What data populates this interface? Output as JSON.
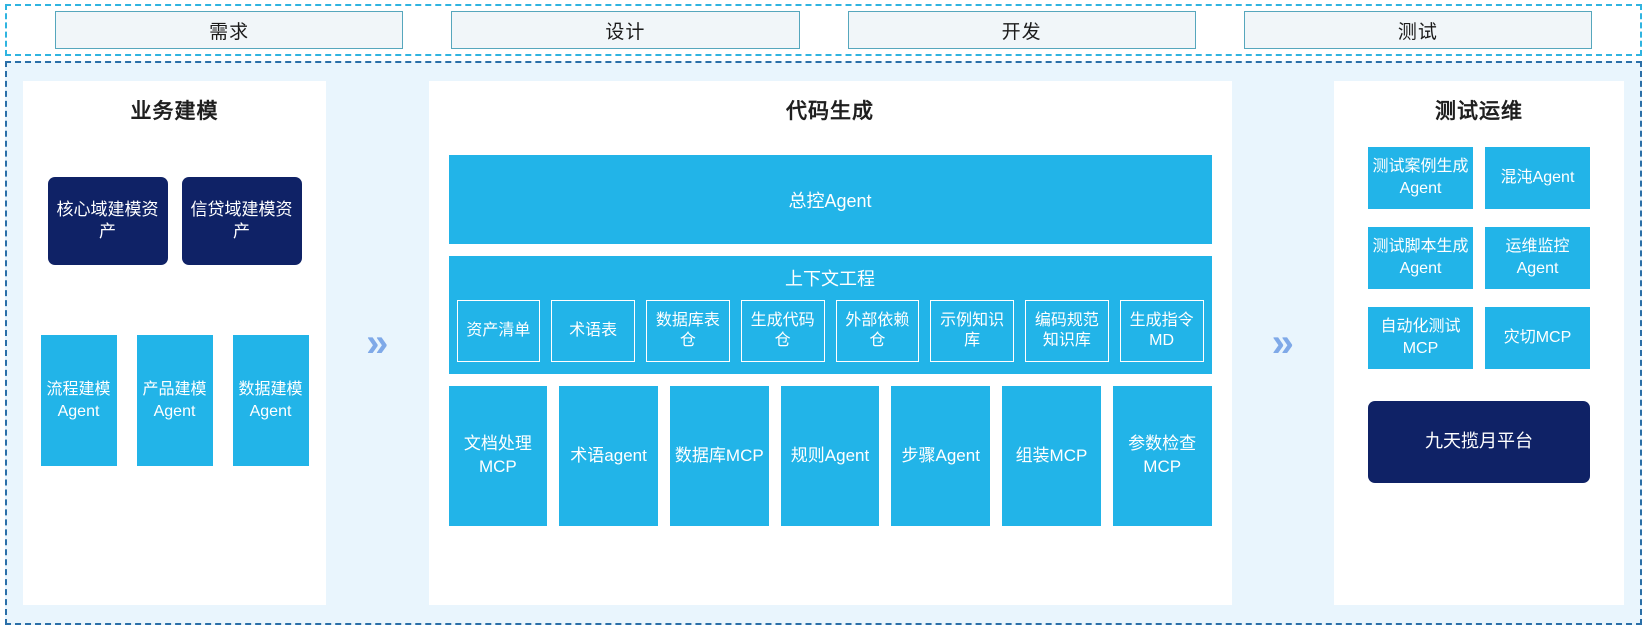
{
  "phase_bar": {
    "phases": [
      {
        "label": "需求"
      },
      {
        "label": "设计"
      },
      {
        "label": "开发"
      },
      {
        "label": "测试"
      }
    ]
  },
  "separators": {
    "chevron": "»"
  },
  "panels": {
    "left": {
      "title": "业务建模",
      "assets": [
        {
          "label": "核心域建模资产"
        },
        {
          "label": "信贷域建模资产"
        }
      ],
      "agents": [
        {
          "label": "流程建模Agent"
        },
        {
          "label": "产品建模Agent"
        },
        {
          "label": "数据建模Agent"
        }
      ]
    },
    "center": {
      "title": "代码生成",
      "master_agent": "总控Agent",
      "context": {
        "title": "上下文工程",
        "items": [
          {
            "label": "资产清单"
          },
          {
            "label": "术语表"
          },
          {
            "label": "数据库表仓"
          },
          {
            "label": "生成代码仓"
          },
          {
            "label": "外部依赖仓"
          },
          {
            "label": "示例知识库"
          },
          {
            "label": "编码规范知识库"
          },
          {
            "label": "生成指令MD"
          }
        ]
      },
      "tools": [
        {
          "label": "文档处理MCP"
        },
        {
          "label": "术语agent"
        },
        {
          "label": "数据库MCP"
        },
        {
          "label": "规则Agent"
        },
        {
          "label": "步骤Agent"
        },
        {
          "label": "组装MCP"
        },
        {
          "label": "参数检查MCP"
        }
      ]
    },
    "right": {
      "title": "测试运维",
      "cards": [
        {
          "label": "测试案例生成Agent"
        },
        {
          "label": "混沌Agent"
        },
        {
          "label": "测试脚本生成Agent"
        },
        {
          "label": "运维监控Agent"
        },
        {
          "label": "自动化测试MCP"
        },
        {
          "label": "灾切MCP"
        }
      ],
      "platform": {
        "label": "九天揽月平台"
      }
    }
  },
  "colors": {
    "cyan": "#22b4e8",
    "navy": "#0f2266",
    "page_bg": "#e9f5fd",
    "chevron": "#7fa9e8",
    "phase_border": "#56a7bd",
    "phase_fill": "#f1f6f9"
  }
}
